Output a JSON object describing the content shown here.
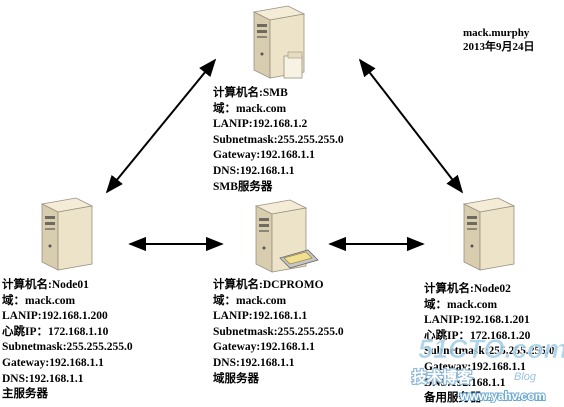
{
  "author": {
    "name": "mack.murphy",
    "date": "2013年9月24日"
  },
  "nodes": {
    "smb": {
      "lines": [
        "计算机名:SMB",
        "域：mack.com",
        "LANIP:192.168.1.2",
        "Subnetmask:255.255.255.0",
        "Gateway:192.168.1.1",
        "DNS:192.168.1.1",
        "SMB服务器"
      ]
    },
    "node01": {
      "lines": [
        "计算机名:Node01",
        "域：mack.com",
        "LANIP:192.168.1.200",
        "心跳IP：172.168.1.10",
        "Subnetmask:255.255.255.0",
        "Gateway:192.168.1.1",
        "DNS:192.168.1.1",
        "主服务器"
      ]
    },
    "dcpromo": {
      "lines": [
        "计算机名:DCPROMO",
        "域：mack.com",
        "LANIP:192.168.1.1",
        "Subnetmask:255.255.255.0",
        "Gateway:192.168.1.1",
        "DNS:192.168.1.1",
        "域服务器"
      ]
    },
    "node02": {
      "lines": [
        "计算机名:Node02",
        "域：mack.com",
        "LANIP:192.168.1.201",
        "心跳IP：172.168.1.20",
        "Subnetmask:255.255.255.0",
        "Gateway:192.168.1.1",
        "DNS:192.168.1.1",
        "备用服务器"
      ]
    }
  },
  "watermark": {
    "logo": "51CTO.com",
    "subtitle": "技术博客",
    "blog": "Blog",
    "site": "www.yahv.com"
  }
}
